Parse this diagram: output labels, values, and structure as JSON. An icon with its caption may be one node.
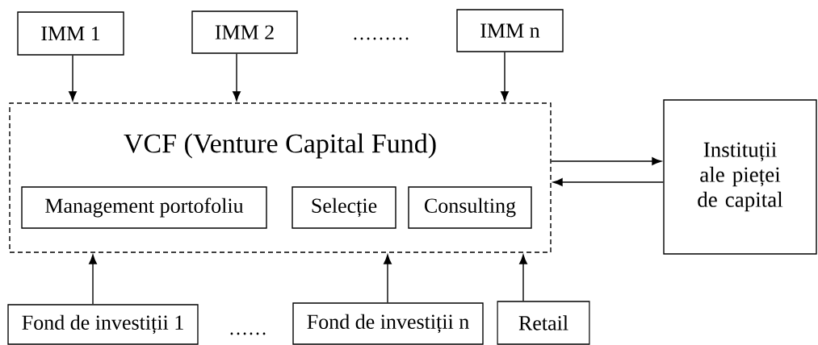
{
  "diagram": {
    "nodes": [
      {
        "text": [
          "IMM 1"
        ]
      },
      {
        "text": [
          "IMM 2"
        ]
      },
      {
        "text": [
          "IMM n"
        ]
      },
      {
        "text": [
          "VCF (Venture Capital Fund)"
        ]
      },
      {
        "text": [
          "Management portofoliu"
        ],
        "in": 3
      },
      {
        "text": [
          "Selecție"
        ],
        "in": 3
      },
      {
        "text": [
          "Consulting"
        ],
        "in": 3
      },
      {
        "text": [
          "Instituții ale pieței de capital"
        ]
      },
      {
        "text": [
          "Fond de investiții 1"
        ]
      },
      {
        "text": [
          "Fond de investiții n"
        ]
      },
      {
        "text": [
          "Retail"
        ]
      }
    ],
    "edges": [
      {
        "from": 0,
        "to": 3,
        "arrow": "to"
      },
      {
        "from": 1,
        "to": 3,
        "arrow": "to"
      },
      {
        "from": 2,
        "to": 3,
        "arrow": "to"
      },
      {
        "from": 3,
        "to": 7,
        "arrow": "to"
      },
      {
        "from": 7,
        "to": 3,
        "arrow": "to"
      },
      {
        "from": 8,
        "to": 3,
        "arrow": "to"
      },
      {
        "from": 9,
        "to": 3,
        "arrow": "to"
      },
      {
        "from": 10,
        "to": 3,
        "arrow": "to"
      }
    ],
    "labels": [
      "………",
      "……"
    ]
  }
}
